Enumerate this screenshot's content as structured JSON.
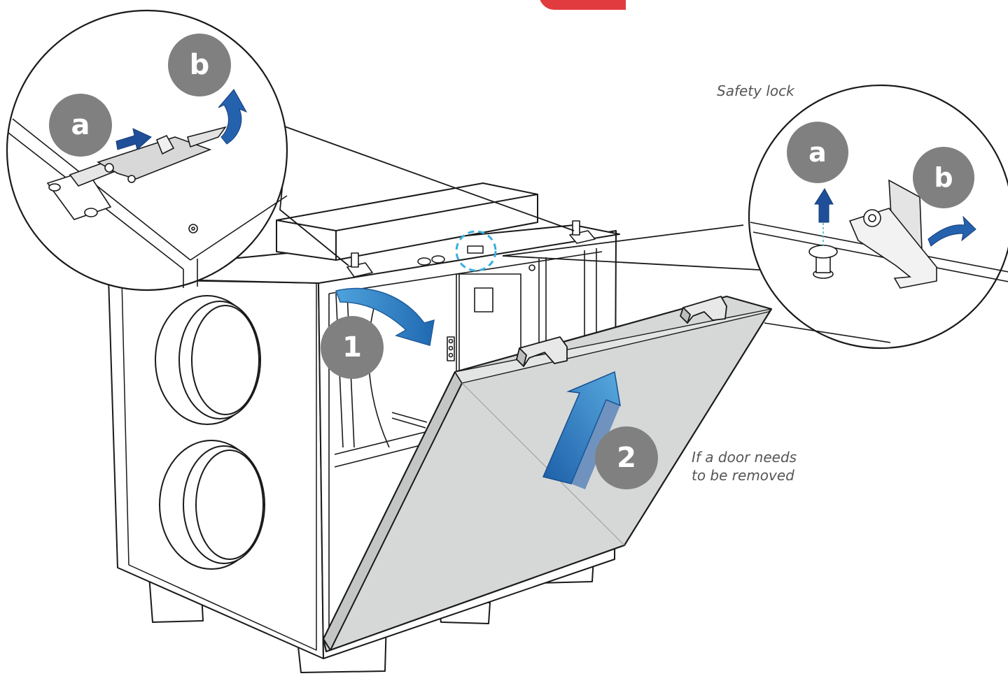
{
  "labels": {
    "safety_lock": "Safety lock",
    "door_removed_line1": "If a door needs",
    "door_removed_line2": "to be removed"
  },
  "steps": {
    "step1": "1",
    "step2": "2",
    "latch_a": "a",
    "latch_b": "b",
    "lock_a": "a",
    "lock_b": "b"
  },
  "colors": {
    "arrow_blue": "#2f7fc0",
    "arrow_dark": "#1f4f98",
    "badge_grey": "#808080",
    "accent_red": "#e23b3f",
    "door_grey": "#d6d8d8",
    "dashed_circle": "#3aaee0"
  }
}
